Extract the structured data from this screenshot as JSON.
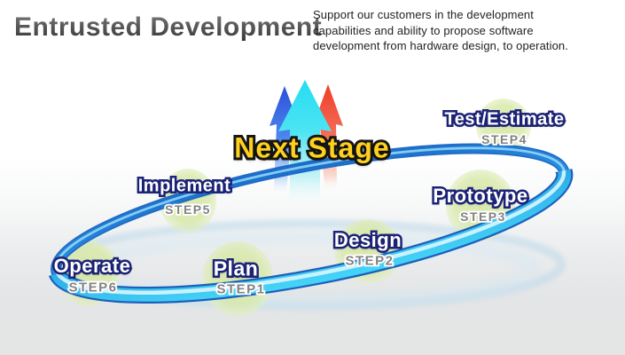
{
  "header": {
    "title": "Entrusted Development",
    "description_lines": [
      "Support our customers in the development",
      "capabilities and ability to propose software",
      "development from hardware design, to operation."
    ]
  },
  "diagram": {
    "center_label": "Next Stage",
    "steps": [
      {
        "name": "Plan",
        "step": "STEP1"
      },
      {
        "name": "Design",
        "step": "STEP2"
      },
      {
        "name": "Prototype",
        "step": "STEP3"
      },
      {
        "name": "Test/Estimate",
        "step": "STEP4"
      },
      {
        "name": "Implement",
        "step": "STEP5"
      },
      {
        "name": "Operate",
        "step": "STEP6"
      }
    ],
    "colors": {
      "loop_blue": "#2f9fe8",
      "loop_dark_edge": "#1159b8",
      "loop_highlight": "#d9f6ff",
      "circle_green": "#d9e8a8",
      "next_stage_yellow": "#ffd01e",
      "label_fill_white": "#ffffff",
      "label_outline_navy": "#1e2478",
      "step_text_gray": "#828282",
      "arrow_blue": "#2b4fd8",
      "arrow_cyan": "#25ddf2",
      "arrow_red": "#ee3e28",
      "title_gray": "#4a4a4a"
    }
  }
}
